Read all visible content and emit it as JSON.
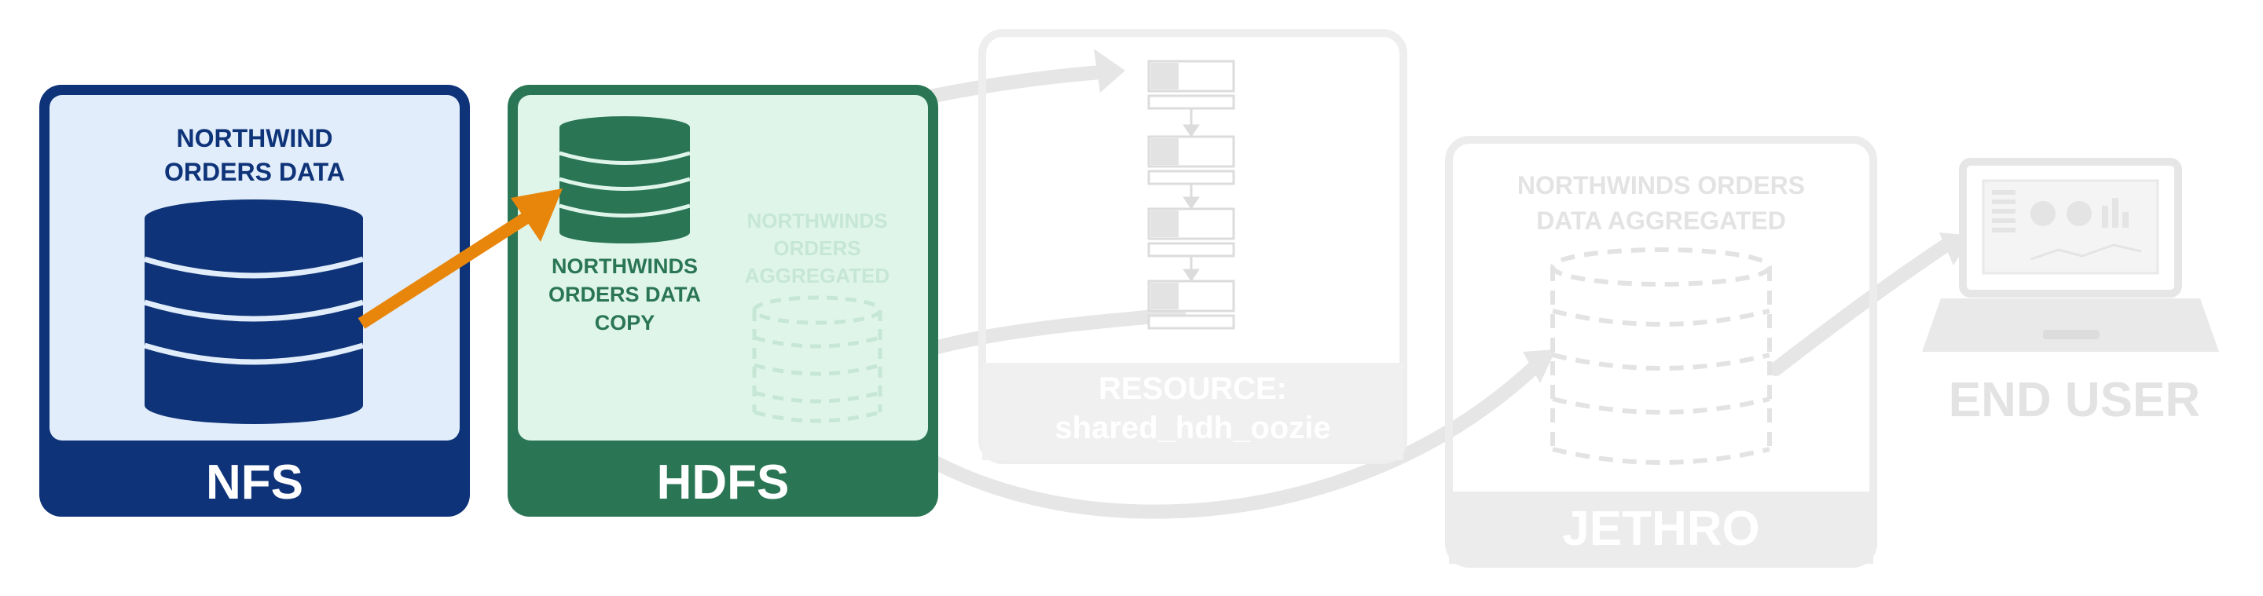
{
  "colors": {
    "nfs_border": "#0e3378",
    "nfs_fill": "#e1edfa",
    "hdfs_border": "#2a7554",
    "hdfs_fill": "#dff5ea",
    "faded": "#dedede",
    "arrow": "#e8860c",
    "white": "#ffffff"
  },
  "nfs": {
    "title": "NORTHWIND",
    "title_line2": "ORDERS DATA",
    "footer": "NFS",
    "icon": "database-icon"
  },
  "hdfs": {
    "copy_line1": "NORTHWINDS",
    "copy_line2": "ORDERS DATA",
    "copy_line3": "COPY",
    "agg_line1": "NORTHWINDS",
    "agg_line2": "ORDERS",
    "agg_line3": "AGGREGATED",
    "footer": "HDFS",
    "icon": "database-icon"
  },
  "resource": {
    "line1": "RESOURCE:",
    "line2": "shared_hdh_oozie",
    "icon": "workflow-icon"
  },
  "jethro": {
    "line1": "NORTHWINDS ORDERS",
    "line2": "DATA AGGREGATED",
    "footer": "JETHRO",
    "icon": "database-icon"
  },
  "end_user": {
    "label": "END USER",
    "icon": "laptop-icon"
  }
}
